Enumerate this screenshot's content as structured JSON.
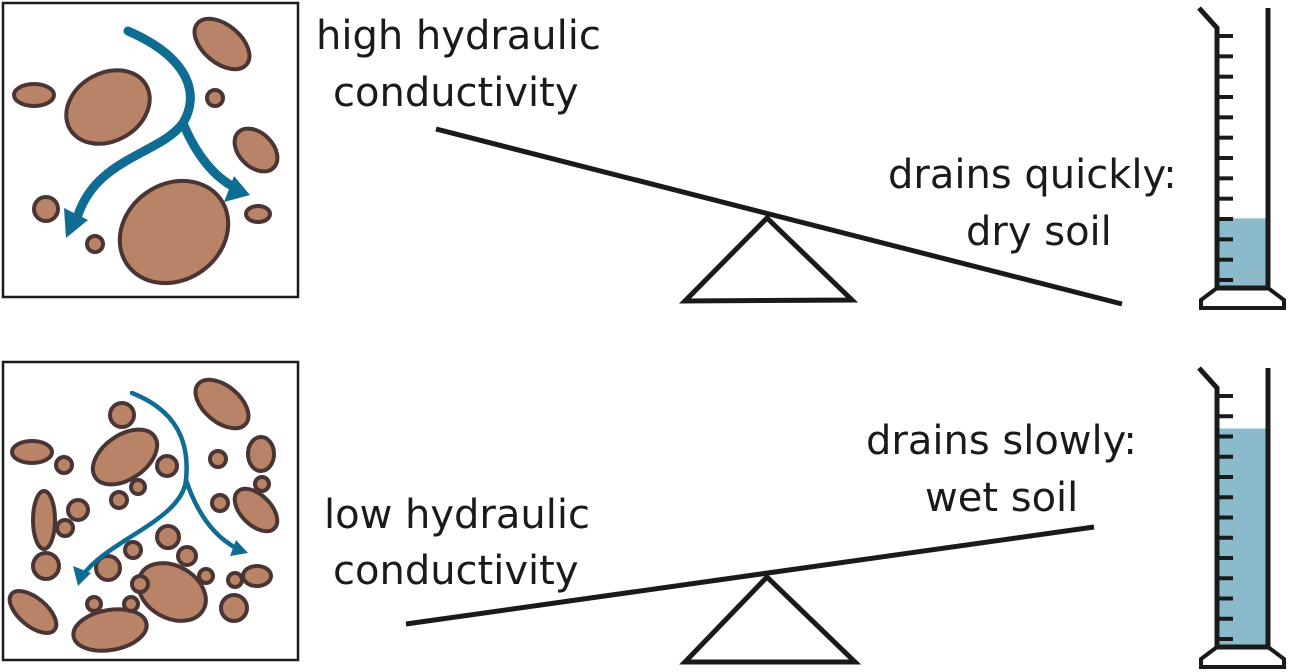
{
  "colors": {
    "soil_fill": "#b98368",
    "soil_stroke": "#4a3535",
    "water_arrow": "#0f6d93",
    "water_fill": "#8bbacb",
    "ink": "#1a1a1a"
  },
  "top_panel": {
    "conductivity_line1": "high hydraulic",
    "conductivity_line2": "conductivity",
    "result_line1": "drains  quickly:",
    "result_line2": "dry soil",
    "cylinder_fill_level": 0.27
  },
  "bottom_panel": {
    "conductivity_line1": "low hydraulic",
    "conductivity_line2": "conductivity",
    "result_line1": "drains slowly:",
    "result_line2": "wet soil",
    "cylinder_fill_level": 0.85
  }
}
